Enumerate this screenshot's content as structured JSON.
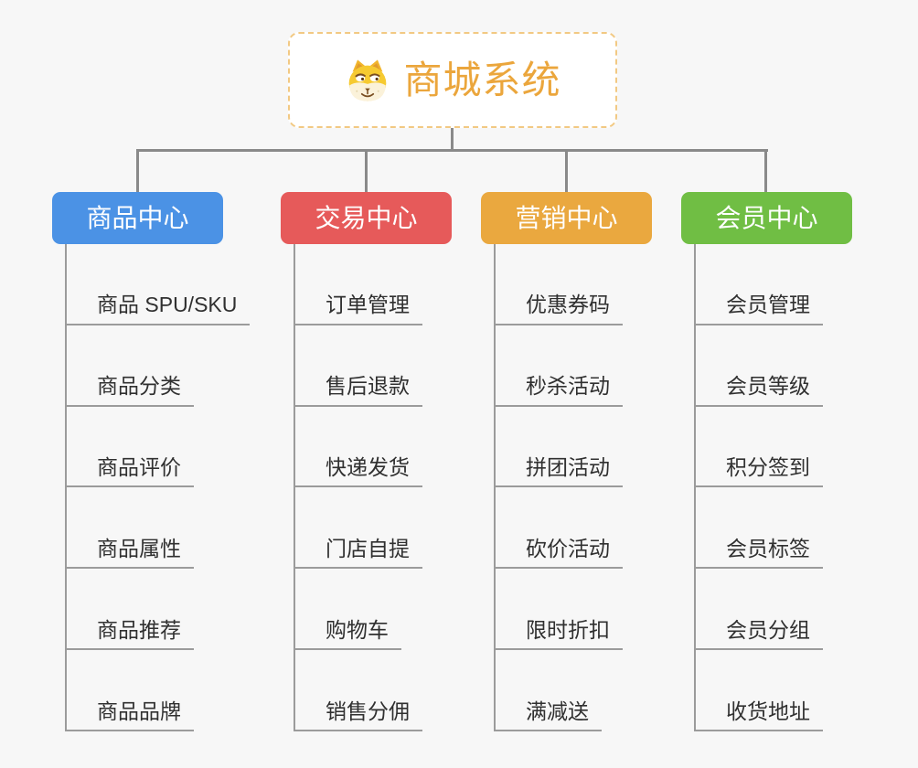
{
  "canvas": {
    "background": "#f7f7f7",
    "connector_color": "#8a8a8a",
    "leaf_line_color": "#9b9b9b"
  },
  "root": {
    "title": "商城系统",
    "icon": "doge-icon",
    "text_color": "#eba63c",
    "border_color": "#f2c983"
  },
  "branches": [
    {
      "label": "商品中心",
      "color": "#4b92e5",
      "items": [
        "商品 SPU/SKU",
        "商品分类",
        "商品评价",
        "商品属性",
        "商品推荐",
        "商品品牌"
      ]
    },
    {
      "label": "交易中心",
      "color": "#e65a5a",
      "items": [
        "订单管理",
        "售后退款",
        "快递发货",
        "门店自提",
        "购物车",
        "销售分佣"
      ]
    },
    {
      "label": "营销中心",
      "color": "#eaa83f",
      "items": [
        "优惠券码",
        "秒杀活动",
        "拼团活动",
        "砍价活动",
        "限时折扣",
        "满减送"
      ]
    },
    {
      "label": "会员中心",
      "color": "#70be44",
      "items": [
        "会员管理",
        "会员等级",
        "积分签到",
        "会员标签",
        "会员分组",
        "收货地址"
      ]
    }
  ]
}
